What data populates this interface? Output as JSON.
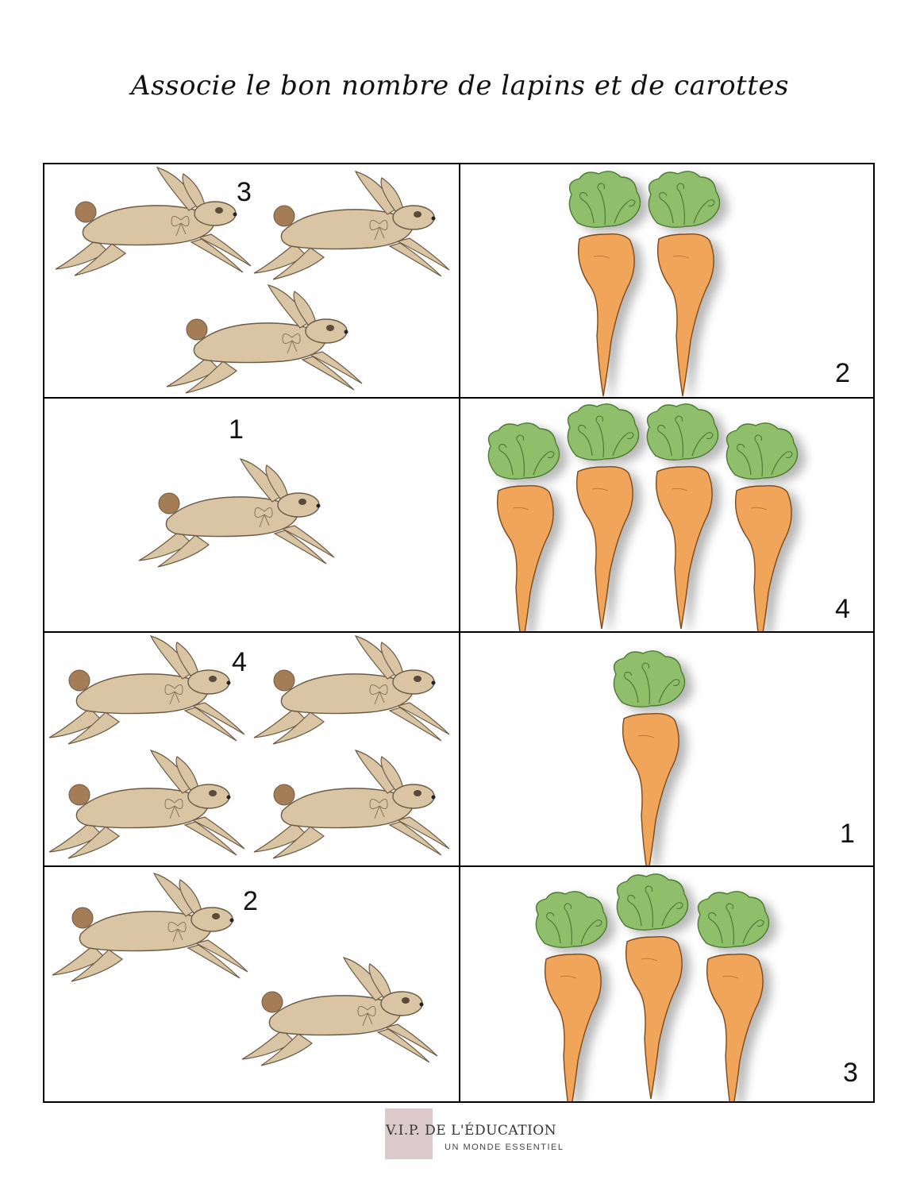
{
  "title": "Associe le bon nombre de lapins et de carottes",
  "rows": [
    {
      "rabbits": {
        "label": "3",
        "count": 3
      },
      "carrots": {
        "label": "2",
        "count": 2
      }
    },
    {
      "rabbits": {
        "label": "1",
        "count": 1
      },
      "carrots": {
        "label": "4",
        "count": 4
      }
    },
    {
      "rabbits": {
        "label": "4",
        "count": 4
      },
      "carrots": {
        "label": "1",
        "count": 1
      }
    },
    {
      "rabbits": {
        "label": "2",
        "count": 2
      },
      "carrots": {
        "label": "3",
        "count": 3
      }
    }
  ],
  "footer": {
    "brand": "V.I.P. DE L'ÉDUCATION",
    "tagline": "UN MONDE ESSENTIEL"
  },
  "colors": {
    "rabbit_body": "#d9c5a4",
    "rabbit_tail": "#a47c55",
    "carrot_root": "#f0a55a",
    "carrot_leaf": "#8fbf6a"
  }
}
